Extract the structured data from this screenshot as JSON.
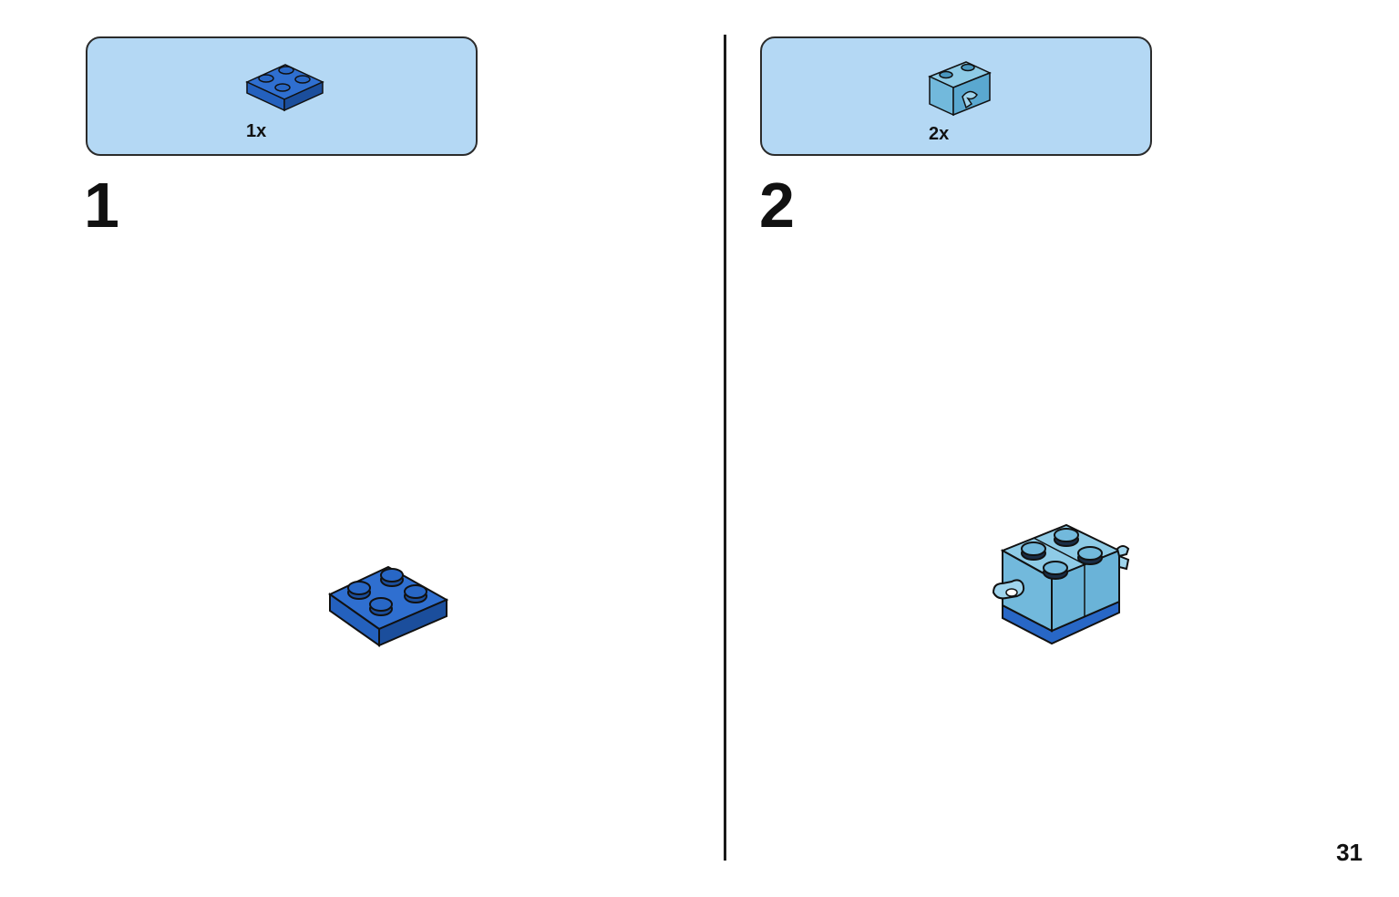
{
  "colors": {
    "box_background": "#b4d8f4",
    "box_border": "#2b2b2b",
    "brick_blue": "#2867c6",
    "brick_blue_dark": "#1b4e9c",
    "brick_light_blue": "#72b9dc",
    "brick_light_blue_dark": "#4a97bf",
    "divider": "#1a1a1a"
  },
  "steps": [
    {
      "number": "1",
      "parts": [
        {
          "quantity": "1x",
          "part_icon": "blue-2x2-plate-icon"
        }
      ],
      "build_icon": "blue-2x2-plate-assembly-icon"
    },
    {
      "number": "2",
      "parts": [
        {
          "quantity": "2x",
          "part_icon": "light-blue-brick-with-clip-icon"
        }
      ],
      "build_icon": "light-blue-bricks-on-blue-plate-assembly-icon"
    }
  ],
  "page_number": "31"
}
